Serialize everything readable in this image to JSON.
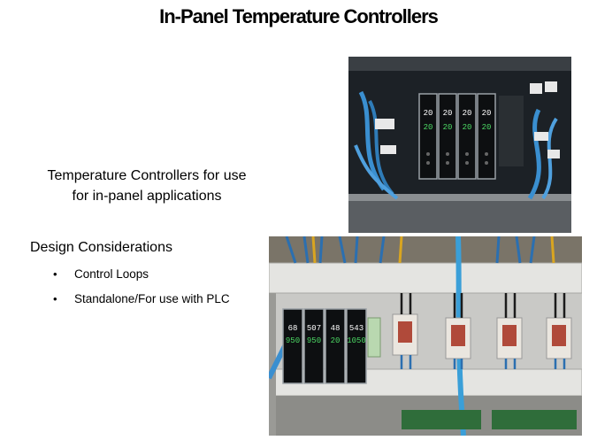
{
  "slide": {
    "title": "In-Panel Temperature Controllers",
    "intro_line1": "Temperature Controllers for use",
    "intro_line2": "for in-panel applications",
    "design_heading": "Design Considerations",
    "bullets": [
      "Control Loops",
      "Standalone/For use with PLC"
    ]
  },
  "photos": {
    "top": {
      "controller_readouts": [
        {
          "pv": "20",
          "sv": "20"
        },
        {
          "pv": "20",
          "sv": "20"
        },
        {
          "pv": "20",
          "sv": "20"
        },
        {
          "pv": "20",
          "sv": "20"
        }
      ]
    },
    "bottom": {
      "controller_readouts": [
        {
          "pv": "68",
          "sv": "950"
        },
        {
          "pv": "507",
          "sv": "950"
        },
        {
          "pv": "48",
          "sv": "20"
        },
        {
          "pv": "543",
          "sv": "1050"
        }
      ]
    }
  },
  "colors": {
    "cabinet_dark": "#1c2126",
    "panel_gray": "#d9d9d6",
    "wire_blue": "#3a8fd0",
    "display_red": "#ff4040",
    "display_green": "#4cd964"
  }
}
